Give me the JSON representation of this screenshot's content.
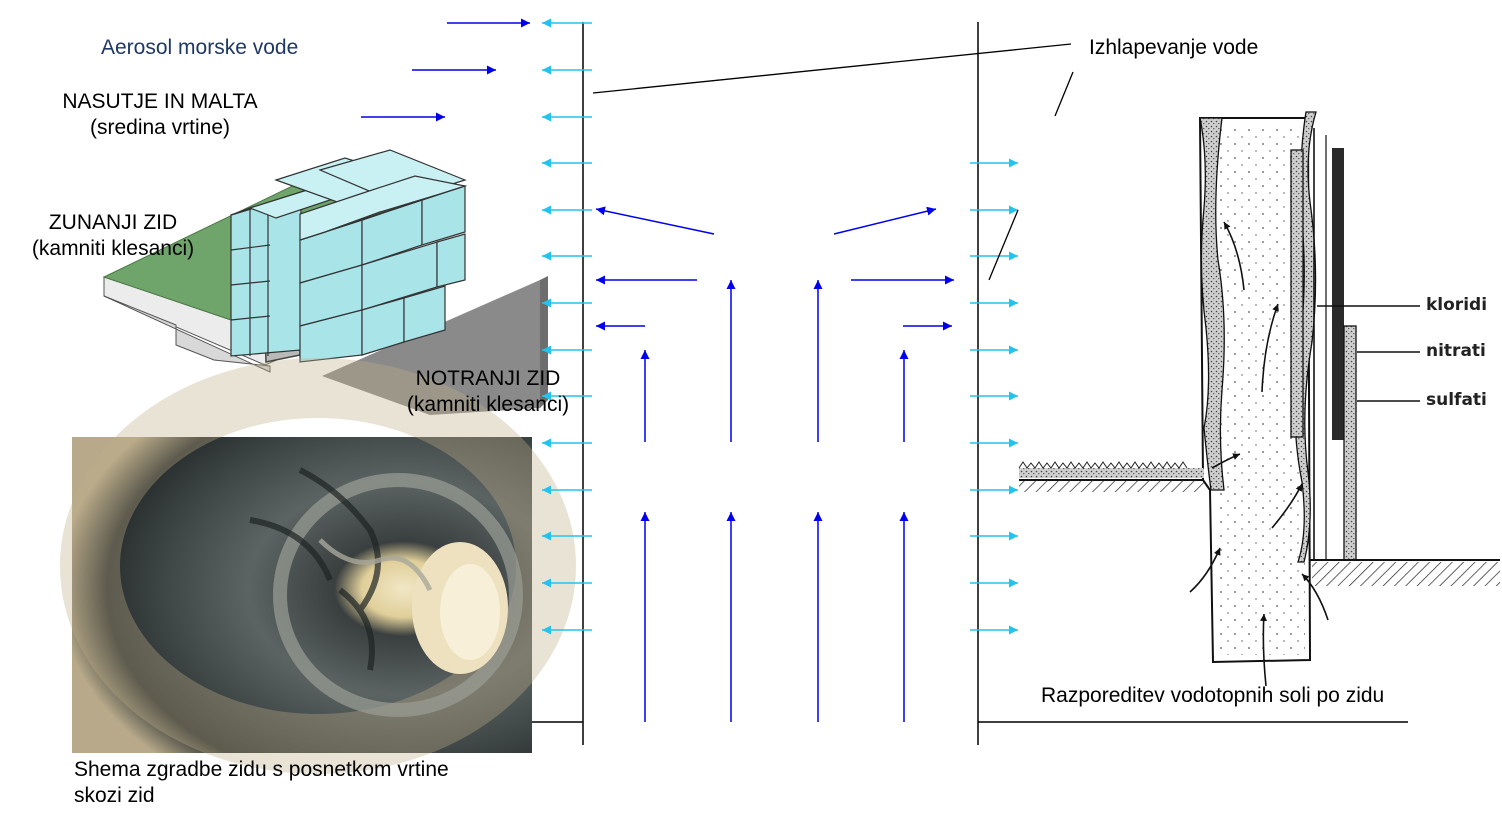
{
  "labels": {
    "aerosol": "Aerosol morske vode",
    "fill_line1": "NASUTJE IN MALTA",
    "fill_line2": "(sredina vrtine)",
    "outer_line1": "ZUNANJI ZID",
    "outer_line2": "(kamniti klesanci)",
    "inner_line1": "NOTRANJI ZID",
    "inner_line2": "(kamniti klesanci)",
    "evaporation": "Izhlapevanje vode",
    "photo_caption_line1": "Shema zgradbe zidu s posnetkom vrtine",
    "photo_caption_line2": "skozi zid",
    "salt_caption": "Razporeditev vodotopnih soli po zidu"
  },
  "salts": {
    "chlorides": "kloridi",
    "nitrates": "nitrati",
    "sulfates": "sulfati"
  },
  "colors": {
    "moisture_arrow": "#0000ee",
    "evaporation_arrow": "#22c4ee",
    "stone_face": "#a8e4e8",
    "ground_green": "#6fa56a",
    "inner_shadow": "#8a8a8a",
    "salt_text": "#1f3864"
  },
  "icons": {
    "moisture": "arrow-right-icon",
    "evaporation": "arrow-left-icon"
  }
}
